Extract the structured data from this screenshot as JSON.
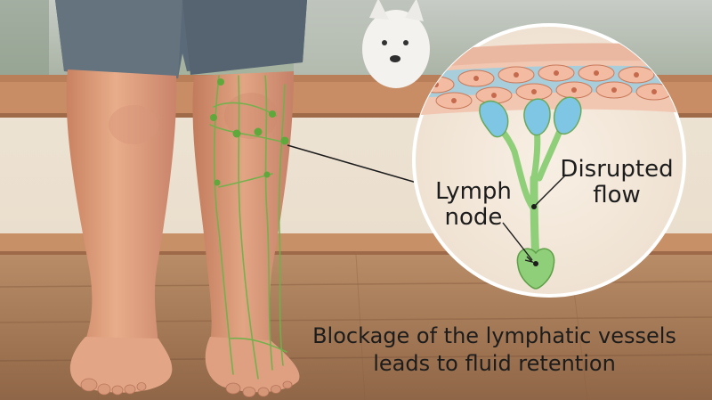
{
  "labels": {
    "disrupted_flow": [
      "Disrupted",
      "flow"
    ],
    "lymph_node": [
      "Lymph",
      "node"
    ]
  },
  "caption": {
    "lines": [
      "Blockage of the lymphatic vessels",
      "leads to fluid retention"
    ]
  },
  "colors": {
    "wall": "#efe5d6",
    "floor": "#a97c58",
    "skin": "#e0a27f",
    "shorts": "#5b6a78",
    "lymph_vessel": "#6fb24a",
    "inset_fluid": "#8fd0e8",
    "text": "#1c1c1c"
  }
}
